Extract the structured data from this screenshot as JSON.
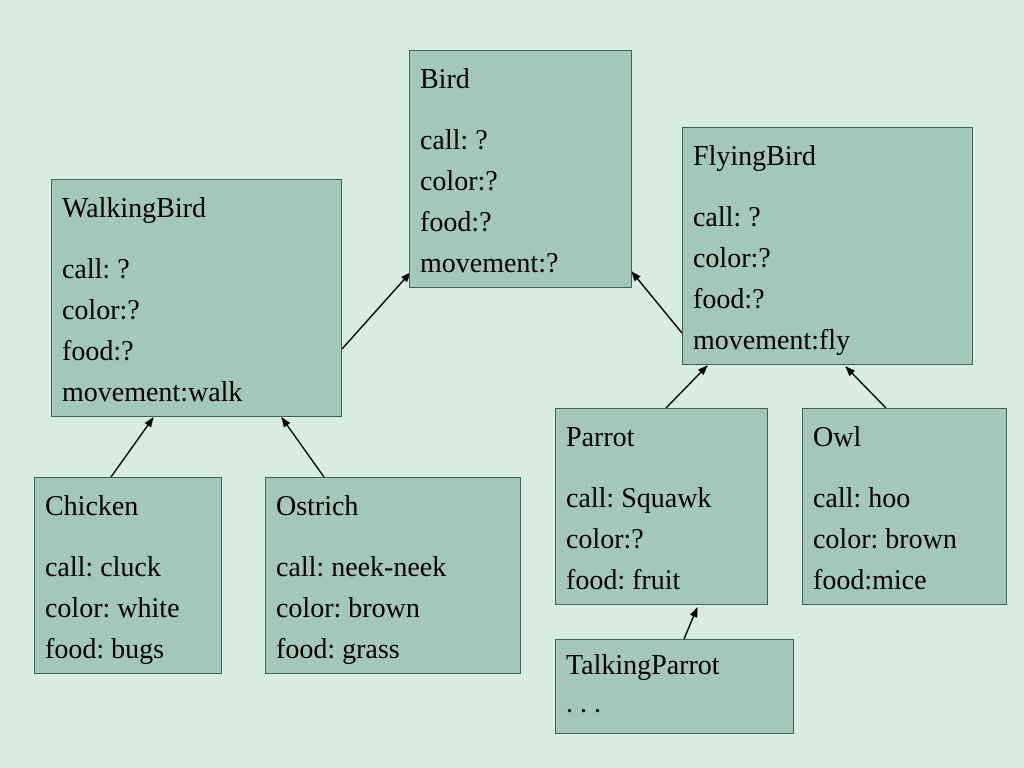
{
  "classes": {
    "bird": {
      "name": "Bird",
      "attrs": [
        "call: ?",
        "color:?",
        "food:?",
        "movement:?"
      ]
    },
    "flying_bird": {
      "name": "FlyingBird",
      "attrs": [
        "call: ?",
        "color:?",
        "food:?",
        "movement:fly"
      ]
    },
    "walking_bird": {
      "name": "WalkingBird",
      "attrs": [
        "call: ?",
        "color:?",
        "food:?",
        "movement:walk"
      ]
    },
    "chicken": {
      "name": "Chicken",
      "attrs": [
        "call: cluck",
        "color: white",
        "food: bugs"
      ]
    },
    "ostrich": {
      "name": "Ostrich",
      "attrs": [
        "call: neek-neek",
        "color: brown",
        "food: grass"
      ]
    },
    "parrot": {
      "name": "Parrot",
      "attrs": [
        "call: Squawk",
        "color:?",
        "food: fruit"
      ]
    },
    "owl": {
      "name": "Owl",
      "attrs": [
        "call: hoo",
        "color: brown",
        "food:mice"
      ]
    },
    "talking_parrot": {
      "name": "TalkingParrot",
      "attrs": [
        ". . ."
      ]
    }
  },
  "edges": [
    {
      "from": "walking_bird",
      "to": "bird"
    },
    {
      "from": "flying_bird",
      "to": "bird"
    },
    {
      "from": "chicken",
      "to": "walking_bird"
    },
    {
      "from": "ostrich",
      "to": "walking_bird"
    },
    {
      "from": "parrot",
      "to": "flying_bird"
    },
    {
      "from": "owl",
      "to": "flying_bird"
    },
    {
      "from": "talking_parrot",
      "to": "parrot"
    }
  ],
  "colors": {
    "background": "#d9ece0",
    "box_fill": "#a3c7bb",
    "box_border": "#3e6258",
    "arrow": "#000000"
  }
}
